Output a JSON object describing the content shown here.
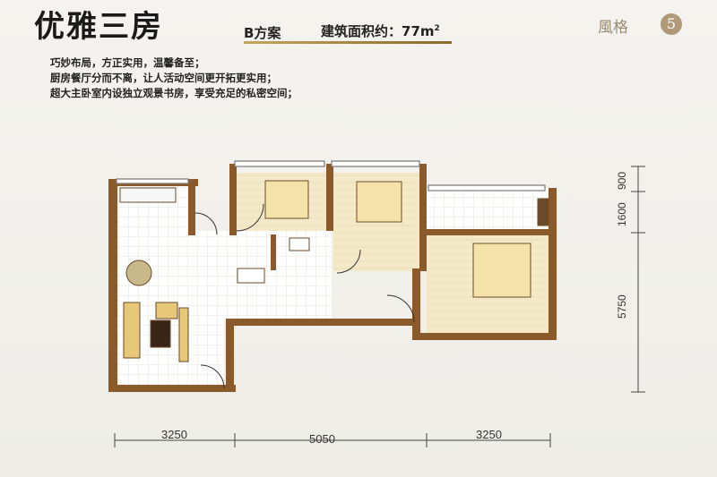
{
  "header": {
    "title": "优雅三房",
    "scheme": "B方案",
    "area_label": "建筑面积约：77m",
    "area_sup": "2",
    "style_badge": "風格",
    "style_number": "5"
  },
  "description": [
    "巧妙布局，方正实用，温馨备至；",
    "厨房餐厅分而不离，让人活动空间更开拓更实用；",
    "超大主卧室内设独立观景书房，享受充足的私密空间；"
  ],
  "dimensions": {
    "bottom": [
      "3250",
      "5050",
      "3250"
    ],
    "right": [
      "900",
      "1600",
      "5750"
    ]
  },
  "colors": {
    "wall": "#8b5a2b",
    "floor_wood": "#f1e6c2",
    "floor_tile": "#ffffff",
    "accent_gold": "#c5a45c"
  }
}
